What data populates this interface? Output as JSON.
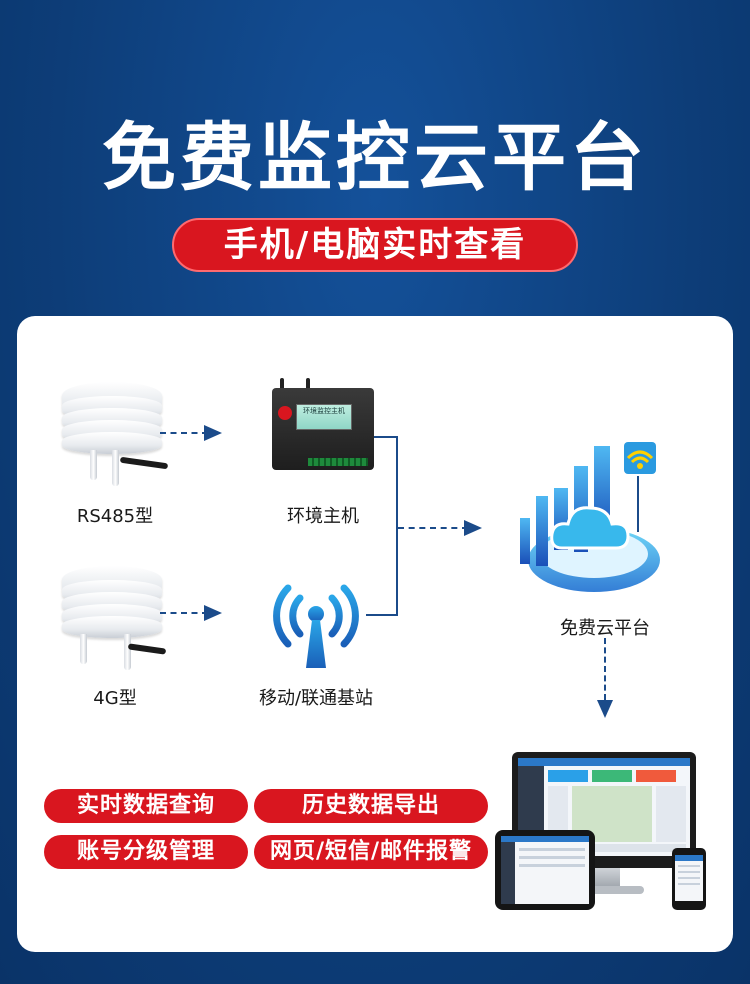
{
  "header": {
    "title": "免费监控云平台",
    "subtitle": "手机/电脑实时查看"
  },
  "diagram": {
    "sensor_rs485_label": "RS485型",
    "sensor_4g_label": "4G型",
    "host_label": "环境主机",
    "station_label": "移动/联通基站",
    "cloud_label": "免费云平台",
    "host_screen_text": "环境监控主机"
  },
  "features": {
    "realtime_query": "实时数据查询",
    "history_export": "历史数据导出",
    "account_management": "账号分级管理",
    "alerts": "网页/短信/邮件报警"
  },
  "colors": {
    "background": "#0d3d78",
    "accent_red": "#d9161f",
    "line_blue": "#1b4b8a",
    "card": "#ffffff"
  }
}
